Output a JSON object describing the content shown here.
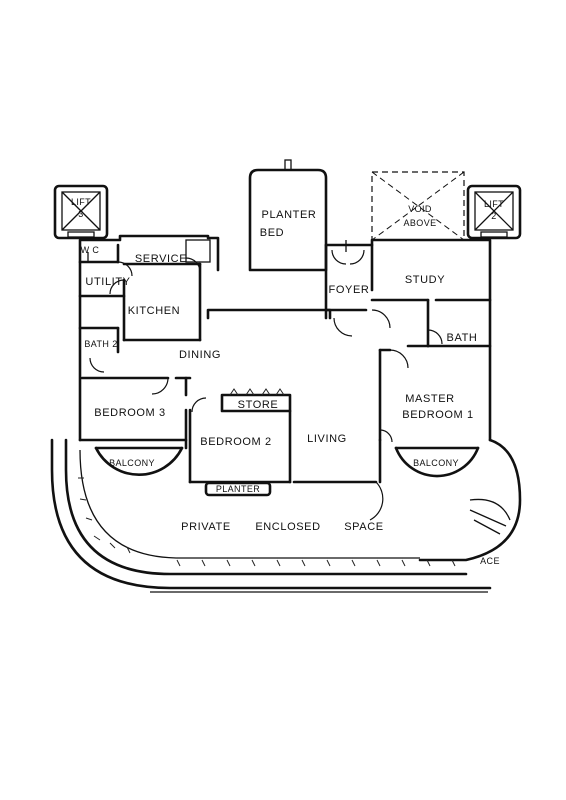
{
  "rooms": {
    "lift_3": {
      "line1": "LIFT",
      "line2": "3"
    },
    "lift_2": {
      "line1": "LIFT",
      "line2": "2"
    },
    "planter_bed": {
      "line1": "PLANTER",
      "line2": "BED"
    },
    "void_above": {
      "line1": "VOID",
      "line2": "ABOVE"
    },
    "wc": "W C",
    "service": "SERVICE",
    "utility": "UTILITY",
    "kitchen": "KITCHEN",
    "foyer": "FOYER",
    "study": "STUDY",
    "bath_2": "BATH 2",
    "bath": "BATH",
    "dining": "DINING",
    "store": "STORE",
    "master_bedroom": {
      "line1": "MASTER",
      "line2": "BEDROOM 1"
    },
    "bedroom_3": "BEDROOM 3",
    "bedroom_2": "BEDROOM 2",
    "living": "LIVING",
    "balcony_left": "BALCONY",
    "balcony_right": "BALCONY",
    "planter": "PLANTER",
    "private_space": {
      "w1": "PRIVATE",
      "w2": "ENCLOSED",
      "w3": "SPACE"
    },
    "ace_fragment": "ACE"
  }
}
